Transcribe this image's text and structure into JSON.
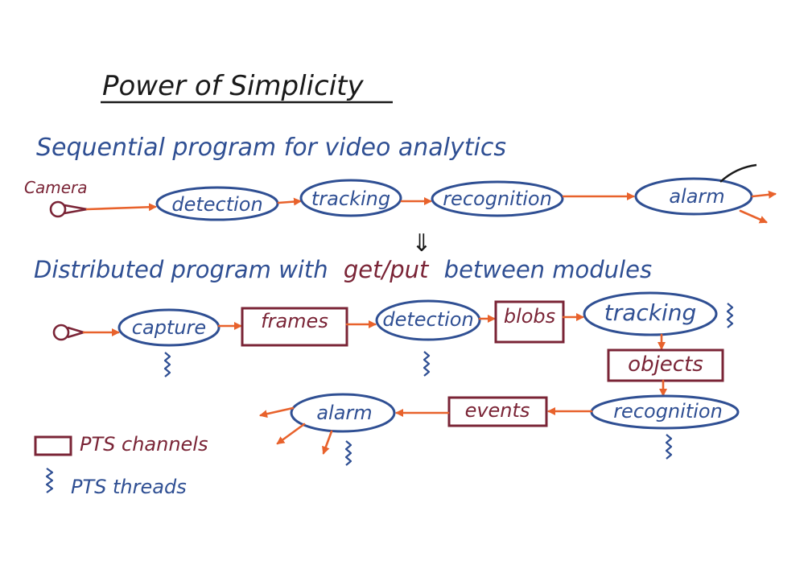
{
  "title": "Power of Simplicity",
  "sequential_heading": "Sequential program for video analytics",
  "camera_label": "Camera",
  "sequential_nodes": [
    "detection",
    "tracking",
    "recognition",
    "alarm"
  ],
  "down_arrow_glyph": "⇓",
  "distributed_heading": {
    "part1": "Distributed program with",
    "highlight": "get/put",
    "part2": "between modules"
  },
  "distributed_nodes": {
    "capture": "capture",
    "frames": "frames",
    "detection": "detection",
    "blobs": "blobs",
    "tracking": "tracking",
    "objects": "objects",
    "recognition": "recognition",
    "events": "events",
    "alarm": "alarm"
  },
  "legend": {
    "channels": "PTS channels",
    "threads": "PTS threads"
  },
  "colors": {
    "blue": "#2f4f93",
    "maroon": "#7a2436",
    "orange": "#e8622c"
  }
}
